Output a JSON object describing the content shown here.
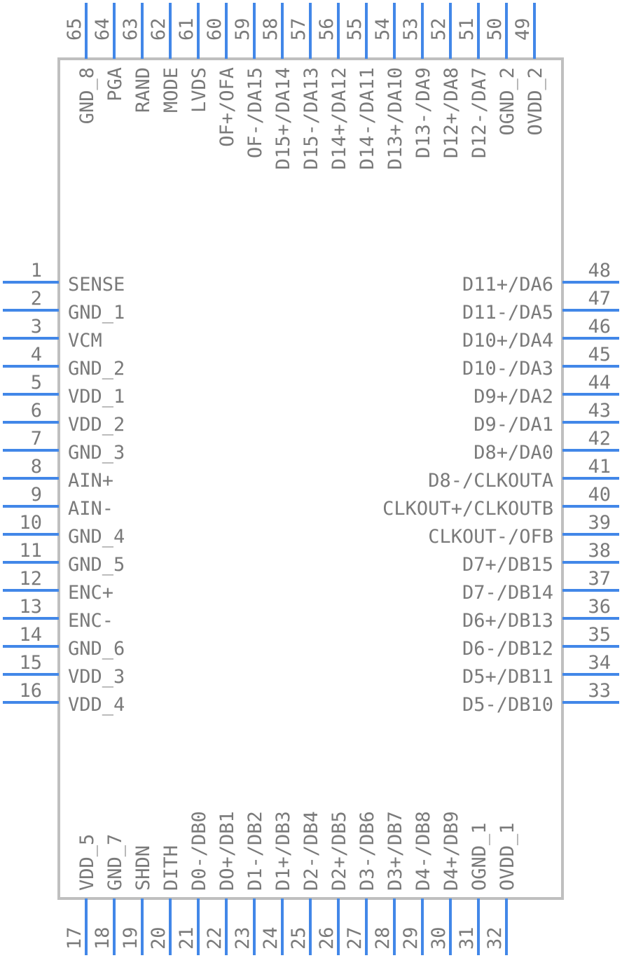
{
  "left_pins": [
    {
      "num": "1",
      "label": "SENSE"
    },
    {
      "num": "2",
      "label": "GND_1"
    },
    {
      "num": "3",
      "label": "VCM"
    },
    {
      "num": "4",
      "label": "GND_2"
    },
    {
      "num": "5",
      "label": "VDD_1"
    },
    {
      "num": "6",
      "label": "VDD_2"
    },
    {
      "num": "7",
      "label": "GND_3"
    },
    {
      "num": "8",
      "label": "AIN+"
    },
    {
      "num": "9",
      "label": "AIN-"
    },
    {
      "num": "10",
      "label": "GND_4"
    },
    {
      "num": "11",
      "label": "GND_5"
    },
    {
      "num": "12",
      "label": "ENC+"
    },
    {
      "num": "13",
      "label": "ENC-"
    },
    {
      "num": "14",
      "label": "GND_6"
    },
    {
      "num": "15",
      "label": "VDD_3"
    },
    {
      "num": "16",
      "label": "VDD_4"
    }
  ],
  "bottom_pins": [
    {
      "num": "17",
      "label": "VDD_5"
    },
    {
      "num": "18",
      "label": "GND_7"
    },
    {
      "num": "19",
      "label": "SHDN"
    },
    {
      "num": "20",
      "label": "DITH"
    },
    {
      "num": "21",
      "label": "D0-/DB0"
    },
    {
      "num": "22",
      "label": "DO+/DB1"
    },
    {
      "num": "23",
      "label": "D1-/DB2"
    },
    {
      "num": "24",
      "label": "D1+/DB3"
    },
    {
      "num": "25",
      "label": "D2-/DB4"
    },
    {
      "num": "26",
      "label": "D2+/DB5"
    },
    {
      "num": "27",
      "label": "D3-/DB6"
    },
    {
      "num": "28",
      "label": "D3+/DB7"
    },
    {
      "num": "29",
      "label": "D4-/DB8"
    },
    {
      "num": "30",
      "label": "D4+/DB9"
    },
    {
      "num": "31",
      "label": "OGND_1"
    },
    {
      "num": "32",
      "label": "OVDD_1"
    }
  ],
  "right_pins": [
    {
      "num": "33",
      "label": "D5-/DB10"
    },
    {
      "num": "34",
      "label": "D5+/DB11"
    },
    {
      "num": "35",
      "label": "D6-/DB12"
    },
    {
      "num": "36",
      "label": "D6+/DB13"
    },
    {
      "num": "37",
      "label": "D7-/DB14"
    },
    {
      "num": "38",
      "label": "D7+/DB15"
    },
    {
      "num": "39",
      "label": "CLKOUT-/OFB"
    },
    {
      "num": "40",
      "label": "CLKOUT+/CLKOUTB"
    },
    {
      "num": "41",
      "label": "D8-/CLKOUTA"
    },
    {
      "num": "42",
      "label": "D8+/DA0"
    },
    {
      "num": "43",
      "label": "D9-/DA1"
    },
    {
      "num": "44",
      "label": "D9+/DA2"
    },
    {
      "num": "45",
      "label": "D10-/DA3"
    },
    {
      "num": "46",
      "label": "D10+/DA4"
    },
    {
      "num": "47",
      "label": "D11-/DA5"
    },
    {
      "num": "48",
      "label": "D11+/DA6"
    }
  ],
  "top_pins": [
    {
      "num": "49",
      "label": "OVDD_2"
    },
    {
      "num": "50",
      "label": "OGND_2"
    },
    {
      "num": "51",
      "label": "D12-/DA7"
    },
    {
      "num": "52",
      "label": "D12+/DA8"
    },
    {
      "num": "53",
      "label": "D13-/DA9"
    },
    {
      "num": "54",
      "label": "D13+/DA10"
    },
    {
      "num": "55",
      "label": "D14-/DA11"
    },
    {
      "num": "56",
      "label": "D14+/DA12"
    },
    {
      "num": "57",
      "label": "D15-/DA13"
    },
    {
      "num": "58",
      "label": "D15+/DA14"
    },
    {
      "num": "59",
      "label": "OF-/DA15"
    },
    {
      "num": "60",
      "label": "OF+/OFA"
    },
    {
      "num": "61",
      "label": "LVDS"
    },
    {
      "num": "62",
      "label": "MODE"
    },
    {
      "num": "63",
      "label": "RAND"
    },
    {
      "num": "64",
      "label": "PGA"
    },
    {
      "num": "65",
      "label": "GND_8"
    }
  ]
}
